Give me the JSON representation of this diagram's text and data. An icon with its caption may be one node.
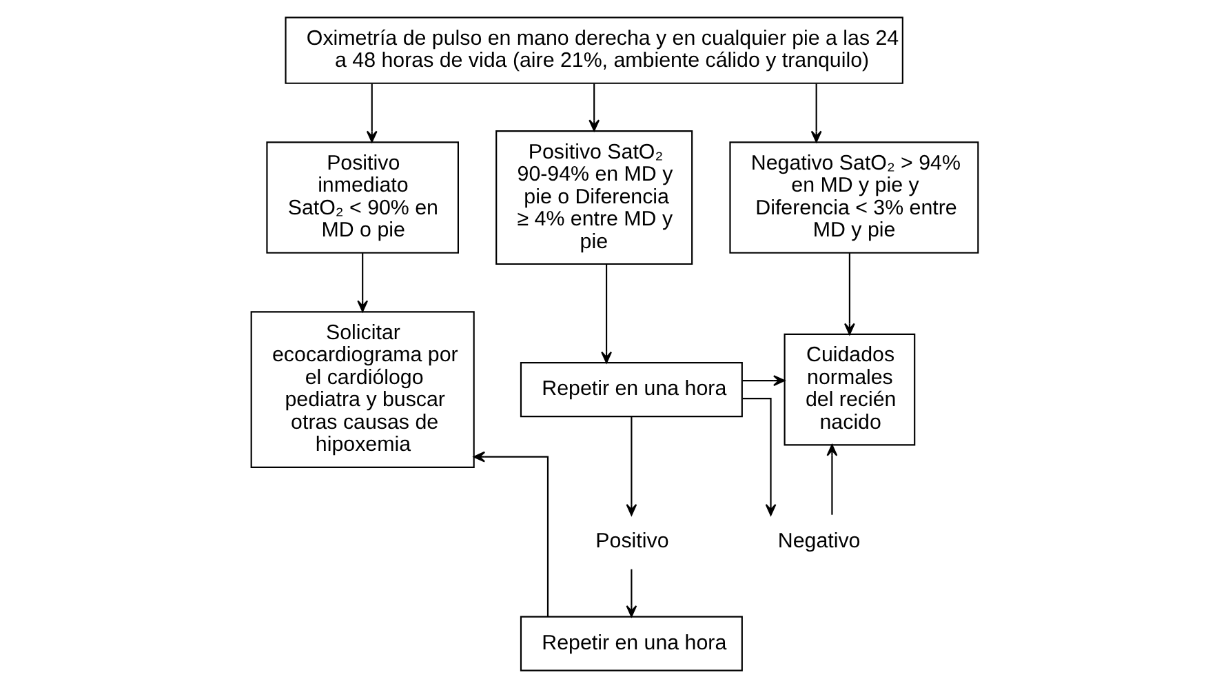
{
  "diagram": {
    "nodes": [
      {
        "text": [
          "Oximetría de pulso en mano derecha y en cualquier pie a las 24 a 48 horas de vida (aire 21%, ambiente cálido y tranquilo)"
        ]
      },
      {
        "text": [
          "Positivo inmediato SatO₂ < 90% en MD o pie"
        ]
      },
      {
        "text": [
          "Positivo SatO₂ 90-94% en MD y pie o Diferencia ≥ 4% entre MD y pie"
        ]
      },
      {
        "text": [
          "Negativo SatO₂ > 94% en MD y pie y Diferencia < 3% entre MD y pie"
        ]
      },
      {
        "text": [
          "Solicitar ecocardiograma por el cardiólogo pediatra y buscar otras causas de hipoxemia"
        ]
      },
      {
        "text": [
          "Repetir en una hora"
        ]
      },
      {
        "text": [
          "Cuidados normales del recién nacido"
        ]
      },
      {
        "text": [
          "Positivo"
        ]
      },
      {
        "text": [
          "Negativo"
        ]
      },
      {
        "text": [
          "Repetir en una hora"
        ]
      }
    ],
    "edges": [
      {
        "from": 0,
        "to": 1,
        "arrow": "to"
      },
      {
        "from": 0,
        "to": 2,
        "arrow": "to"
      },
      {
        "from": 0,
        "to": 3,
        "arrow": "to"
      },
      {
        "from": 1,
        "to": 4,
        "arrow": "to"
      },
      {
        "from": 2,
        "to": 5,
        "arrow": "to"
      },
      {
        "from": 3,
        "to": 6,
        "arrow": "to"
      },
      {
        "from": 5,
        "to": 6,
        "arrow": "to"
      },
      {
        "from": 5,
        "to": 7,
        "arrow": "to"
      },
      {
        "from": 5,
        "to": 8,
        "arrow": "to"
      },
      {
        "from": 7,
        "to": 9,
        "arrow": "to"
      },
      {
        "from": 8,
        "to": 6,
        "arrow": "to"
      },
      {
        "from": 9,
        "to": 4,
        "arrow": "to"
      }
    ]
  }
}
